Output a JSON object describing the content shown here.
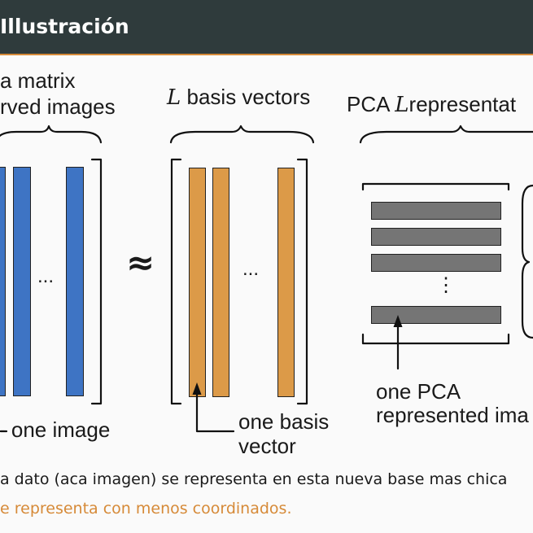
{
  "slide": {
    "title": "Illustración"
  },
  "diagram": {
    "data_matrix": {
      "label_line1": "a matrix",
      "label_line2": "rved images",
      "ellipsis": "...",
      "pointer_label": "- one image"
    },
    "approx_symbol": "≈",
    "basis": {
      "label_var": "L",
      "label_text": "basis vectors",
      "ellipsis": "...",
      "pointer_line1": "one basis",
      "pointer_line2": "vector"
    },
    "pca": {
      "label_prefix": "PCA",
      "label_var": "L",
      "label_text": "representat",
      "vdots": "⋮",
      "pointer_line1": "one PCA",
      "pointer_line2": "represented ima"
    }
  },
  "footer": {
    "line1": "a dato (aca imagen) se representa en esta nueva base mas chica",
    "line2": "e representa con menos coordinados."
  },
  "colors": {
    "header_bg": "#2f3b3c",
    "header_rule": "#d68a38",
    "blue_vectors": "#3e74c4",
    "orange_vectors": "#dc9a48",
    "pca_rows": "#757575",
    "accent_text": "#d68a38"
  }
}
